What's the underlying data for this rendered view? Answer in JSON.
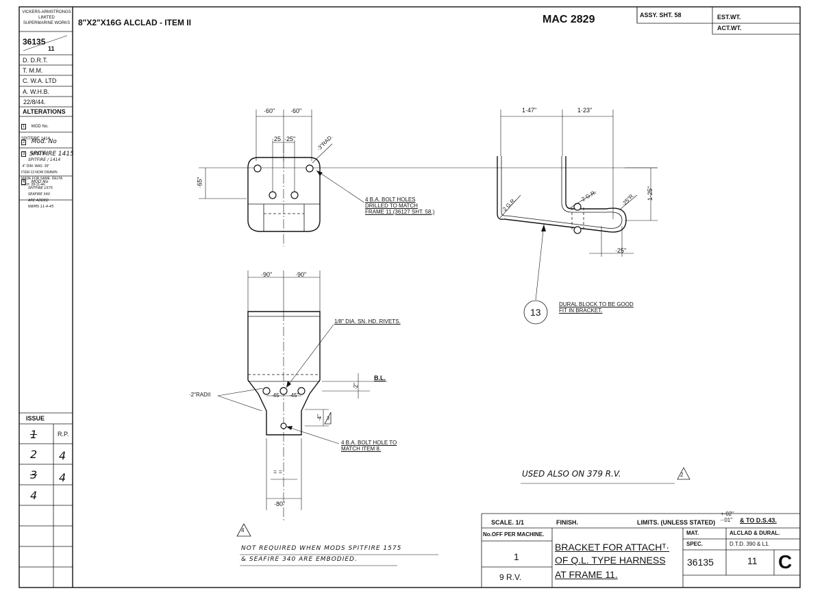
{
  "header": {
    "company": [
      "VICKERS-ARMSTRONGS",
      "LIMITED",
      "SUPERMARINE WORKS"
    ],
    "material_note": "8\"X2\"X16G ALCLAD - ITEM II",
    "drawing_code": "MAC 2829",
    "assy_ref": "ASSY. SHT. 58",
    "est_wt": "EST.WT.",
    "act_wt": "ACT.WT."
  },
  "sidebar": {
    "drawing_no": "36135",
    "item_no": "11",
    "signoffs": [
      "D. D.R.T.",
      "T. M.M.",
      "C. W.A. LTD",
      "A. W.H.B."
    ],
    "date": "22/8/44.",
    "alterations_title": "ALTERATIONS",
    "alterations": [
      {
        "n": "1",
        "lines": [
          "MOD No.",
          "SPITFIRE 1414."
        ]
      },
      {
        "n": "2",
        "lines": [
          "Mod. No",
          "SPITFIRE 1415"
        ]
      },
      {
        "n": "3",
        "lines": [
          "MOD No",
          "SPITFIRE / 1414",
          "·4\" DIM. WAS ·35\"",
          "ITEM 13 NOW DRAWN",
          "MADE FOR SAME. DELTA",
          "L.J.H. 28-11-44."
        ]
      },
      {
        "n": "4",
        "lines": [
          "MOD No",
          "SPITFIRE 1575",
          "SEAFIRE 340",
          "ARE ADDED",
          "NWMS 11-4-45"
        ]
      }
    ],
    "issue_title": "ISSUE",
    "issue_rows": [
      {
        "issue": "1",
        "rp": "R.P."
      },
      {
        "issue": "2",
        "rp": "4"
      },
      {
        "issue": "3",
        "rp": "4"
      },
      {
        "issue": "4",
        "rp": ""
      }
    ]
  },
  "views": {
    "top_view": {
      "dim_left_half": "·60\"",
      "dim_right_half": "·60\"",
      "dim_hole_left": "·25",
      "dim_hole_right": "·25\"",
      "dim_radius": "·3\"RAD.",
      "dim_height": "·65\"",
      "note_bolt_holes": [
        "4 B.A. BOLT HOLES",
        "DRILLED TO MATCH",
        "FRAME 11.(36127 SHT. 58.)"
      ]
    },
    "side_view": {
      "dim_top_left": "1·47\"",
      "dim_top_right": "1·23\"",
      "dim_height": "1·25\"",
      "dim_bend_a": "·2 G.R.",
      "dim_bend_b": "·2 G.R.",
      "dim_tip_radius": "·25\"R.",
      "dim_bottom": "·25\""
    },
    "flat_view": {
      "dim_left_half": "·90\"",
      "dim_right_half": "·90\"",
      "note_rivets": "1/8\" DIA. SN. HD. RIVETS.",
      "label_bl": "B.L.",
      "dim_bl_offset": "·2\"",
      "dim_rivet_left": "·45",
      "dim_rivet_right": "·45\"",
      "note_corner_radius": "·2\"RADII",
      "dim_tab": "·4\"",
      "note_tab_hole": [
        "4 B.A. BOLT HOLE TO",
        "MATCH ITEM 8."
      ],
      "dim_tab_width": "·80\"",
      "equal_marks": "= ="
    },
    "balloon": {
      "number": "13",
      "note": [
        "DURAL BLOCK TO BE GOOD",
        "FIT IN BRACKET."
      ]
    },
    "used_also": "USED ALSO ON   379 R.V.",
    "mod_note": [
      "NOT REQUIRED WHEN MODS SPITFIRE 1575",
      "& SEAFIRE 340 ARE EMBODIED."
    ],
    "delta_marks": [
      "2",
      "3",
      "4"
    ]
  },
  "title_block": {
    "scale": "SCALE. 1/1",
    "finish": "FINISH.",
    "limits": "LIMITS. (UNLESS STATED)",
    "tol_plus": "+·02\"",
    "tol_minus": "-·01\"",
    "limits_ref": "& TO D.S.43.",
    "per_machine_label": "No.OFF PER MACHINE.",
    "per_machine_value": "1",
    "variant": "9 R.V.",
    "title": [
      "BRACKET FOR ATTACHᵀ·",
      "OF Q.L. TYPE HARNESS",
      "AT FRAME 11."
    ],
    "mat_label": "MAT.",
    "mat_value": "ALCLAD & DURAL.",
    "spec_label": "SPEC.",
    "spec_value": "D.T.D. 390 & L1.",
    "drawing_no": "36135",
    "item_no": "11",
    "issue_letter": "C"
  }
}
